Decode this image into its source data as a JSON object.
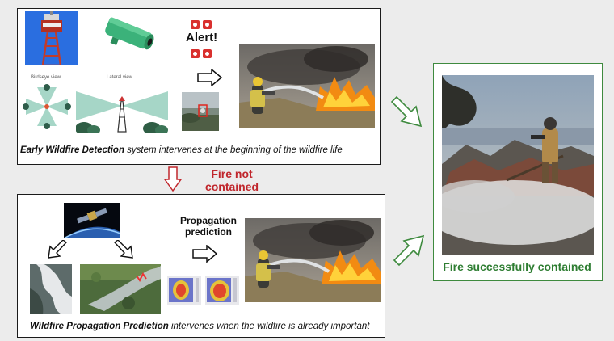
{
  "top_panel": {
    "caption_bold": "Early Wildfire Detection",
    "caption_rest": " system intervenes at the beginning of the wildfire life",
    "alert_text": "Alert!",
    "birdseye_label": "Birdseye view",
    "lateral_label": "Lateral view"
  },
  "bottom_panel": {
    "caption_bold": "Wildfire Propagation Prediction",
    "caption_rest": " intervenes when the wildfire is already important",
    "prediction_line1": "Propagation",
    "prediction_line2": "prediction"
  },
  "not_contained": {
    "line1": "Fire not",
    "line2": "contained"
  },
  "right_panel": {
    "label": "Fire successfully contained"
  },
  "colors": {
    "red": "#c0262c",
    "green": "#2e7d32",
    "panel_border": "#1a1a1a",
    "green_border": "#3e8a3e"
  }
}
